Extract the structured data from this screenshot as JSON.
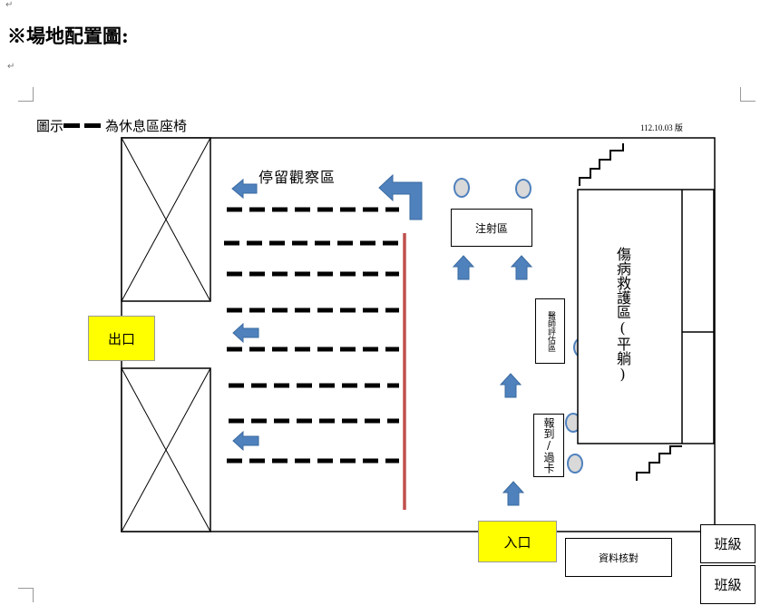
{
  "heading": "※場地配置圖:",
  "legend_label": "圖示",
  "legend_text": "為休息區座椅",
  "version": "112.10.03 版",
  "areas": {
    "observation": "停留觀察區",
    "injection": "注射區",
    "doctor_eval": "醫師評估區",
    "checkin": "報到/過卡",
    "rescue": "傷病救護區(平躺)",
    "exit": "出口",
    "entrance": "入口",
    "data_check": "資料核對",
    "class_1": "班級",
    "class_2": "班級"
  },
  "colors": {
    "arrow": "#4f81bd",
    "circle_fill": "#d9d9d9",
    "circle_stroke": "#4f81bd",
    "red_line": "#c0504d",
    "highlight": "#ffff00"
  }
}
